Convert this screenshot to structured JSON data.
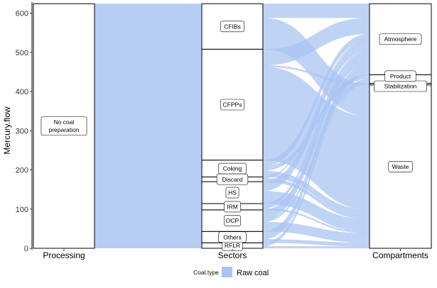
{
  "chart_data": {
    "type": "alluvial",
    "ylabel": "Mercury.flow",
    "xlabel": "",
    "title": "",
    "ylim": [
      0,
      625
    ],
    "y_ticks": [
      0,
      100,
      200,
      300,
      400,
      500,
      600
    ],
    "axes": [
      "Processing",
      "Sectors",
      "Compartments"
    ],
    "stratum_colors": {
      "fill": "#ffffff",
      "stroke": "#000000"
    },
    "legend": {
      "title": "Coal.type",
      "entries": [
        {
          "label": "Raw coal",
          "color": "#a9c4f2"
        }
      ],
      "placement": "bottom"
    },
    "series_color": "#a9c4f2",
    "strata": {
      "Processing": [
        {
          "name": "No coal preparation",
          "lines": [
            "No coal",
            "preparation"
          ],
          "from": 0,
          "to": 624
        }
      ],
      "Sectors": [
        {
          "name": "RFLR",
          "from": 0,
          "to": 14
        },
        {
          "name": "Others",
          "from": 14,
          "to": 43
        },
        {
          "name": "OCP",
          "from": 43,
          "to": 98
        },
        {
          "name": "IRM",
          "from": 98,
          "to": 114
        },
        {
          "name": "HS",
          "from": 114,
          "to": 170
        },
        {
          "name": "Discard",
          "from": 170,
          "to": 182
        },
        {
          "name": "Coking",
          "from": 182,
          "to": 225
        },
        {
          "name": "CFPPs",
          "from": 225,
          "to": 508
        },
        {
          "name": "CFIBs",
          "from": 508,
          "to": 624
        }
      ],
      "Compartments": [
        {
          "name": "Waste",
          "from": 0,
          "to": 417
        },
        {
          "name": "Stabilization",
          "from": 417,
          "to": 421
        },
        {
          "name": "Product",
          "from": 421,
          "to": 443
        },
        {
          "name": "Atmosphere",
          "from": 443,
          "to": 624
        }
      ]
    },
    "flows": [
      {
        "sector": "RFLR",
        "compartment": "Waste",
        "value": 5
      },
      {
        "sector": "RFLR",
        "compartment": "Atmosphere",
        "value": 9
      },
      {
        "sector": "Others",
        "compartment": "Waste",
        "value": 9
      },
      {
        "sector": "Others",
        "compartment": "Product",
        "value": 2
      },
      {
        "sector": "Others",
        "compartment": "Atmosphere",
        "value": 18
      },
      {
        "sector": "OCP",
        "compartment": "Waste",
        "value": 24
      },
      {
        "sector": "OCP",
        "compartment": "Product",
        "value": 6
      },
      {
        "sector": "OCP",
        "compartment": "Atmosphere",
        "value": 25
      },
      {
        "sector": "IRM",
        "compartment": "Waste",
        "value": 4
      },
      {
        "sector": "IRM",
        "compartment": "Product",
        "value": 3
      },
      {
        "sector": "IRM",
        "compartment": "Atmosphere",
        "value": 9
      },
      {
        "sector": "HS",
        "compartment": "Waste",
        "value": 32
      },
      {
        "sector": "HS",
        "compartment": "Atmosphere",
        "value": 24
      },
      {
        "sector": "Discard",
        "compartment": "Waste",
        "value": 9
      },
      {
        "sector": "Discard",
        "compartment": "Atmosphere",
        "value": 3
      },
      {
        "sector": "Coking",
        "compartment": "Waste",
        "value": 16
      },
      {
        "sector": "Coking",
        "compartment": "Product",
        "value": 11
      },
      {
        "sector": "Coking",
        "compartment": "Atmosphere",
        "value": 16
      },
      {
        "sector": "CFPPs",
        "compartment": "Waste",
        "value": 238
      },
      {
        "sector": "CFPPs",
        "compartment": "Stabilization",
        "value": 4
      },
      {
        "sector": "CFPPs",
        "compartment": "Atmosphere",
        "value": 41
      },
      {
        "sector": "CFIBs",
        "compartment": "Waste",
        "value": 80
      },
      {
        "sector": "CFIBs",
        "compartment": "Atmosphere",
        "value": 36
      }
    ]
  }
}
